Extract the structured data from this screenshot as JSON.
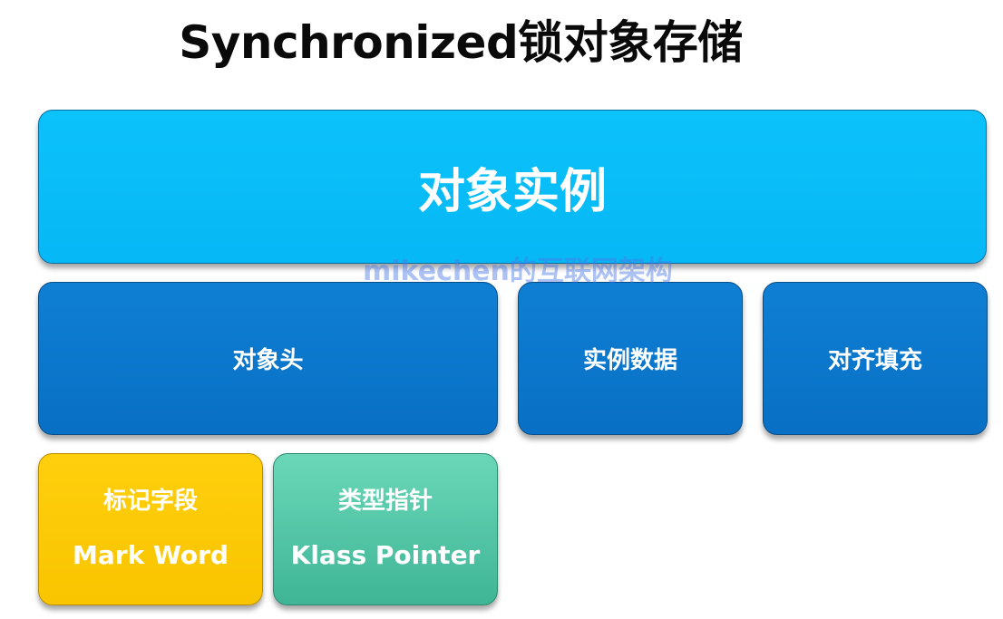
{
  "title": "Synchronized锁对象存储",
  "diagram": {
    "instance": {
      "label": "对象实例",
      "color": "#06b8f5"
    },
    "object_header": {
      "label": "对象头",
      "color": "#0870c4"
    },
    "instance_data": {
      "label": "实例数据",
      "color": "#0870c4"
    },
    "alignment_padding": {
      "label": "对齐填充",
      "color": "#0870c4"
    },
    "mark_word": {
      "label_cn": "标记字段",
      "label_en": "Mark Word",
      "color": "#f9c400"
    },
    "klass_pointer": {
      "label_cn": "类型指针",
      "label_en": "Klass Pointer",
      "color": "#3fb596"
    }
  },
  "watermark": "mikechen的互联网架构"
}
